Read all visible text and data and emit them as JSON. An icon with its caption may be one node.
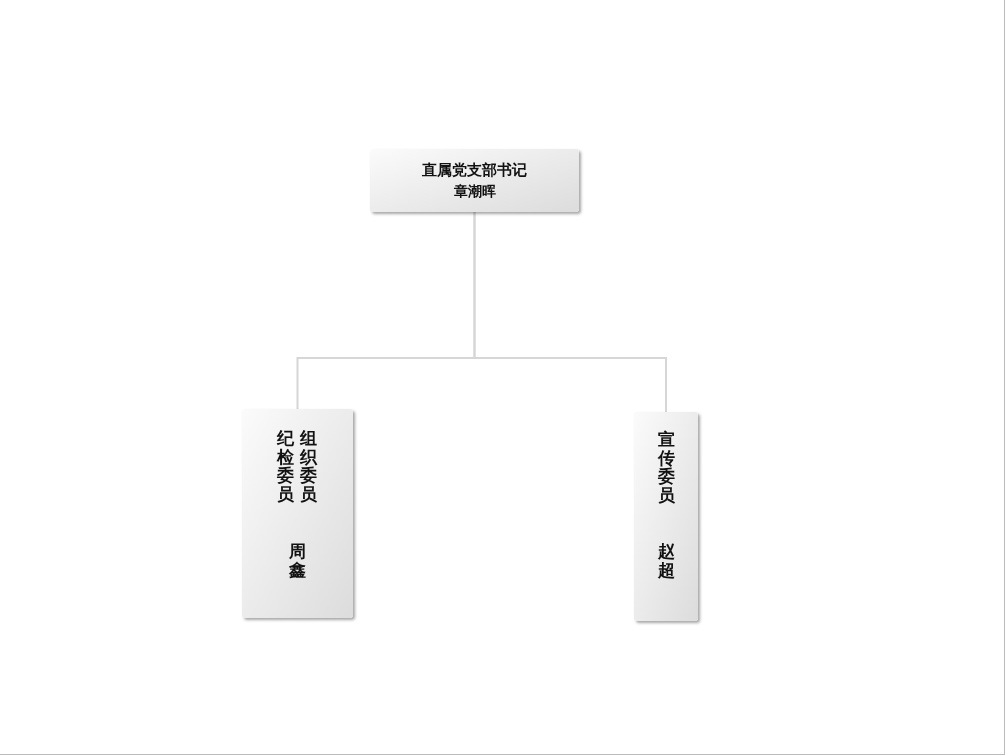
{
  "diagram": {
    "nodes": [
      {
        "text": [
          "直属党支部书记",
          "章潮晖"
        ]
      },
      {
        "text": [
          "纪检委员",
          "组织委员",
          "周鑫"
        ]
      },
      {
        "text": [
          "宣传委员",
          "赵超"
        ]
      }
    ],
    "edges": [
      {
        "from": 0,
        "to": 1,
        "arrow": "none"
      },
      {
        "from": 0,
        "to": 2,
        "arrow": "none"
      }
    ]
  }
}
